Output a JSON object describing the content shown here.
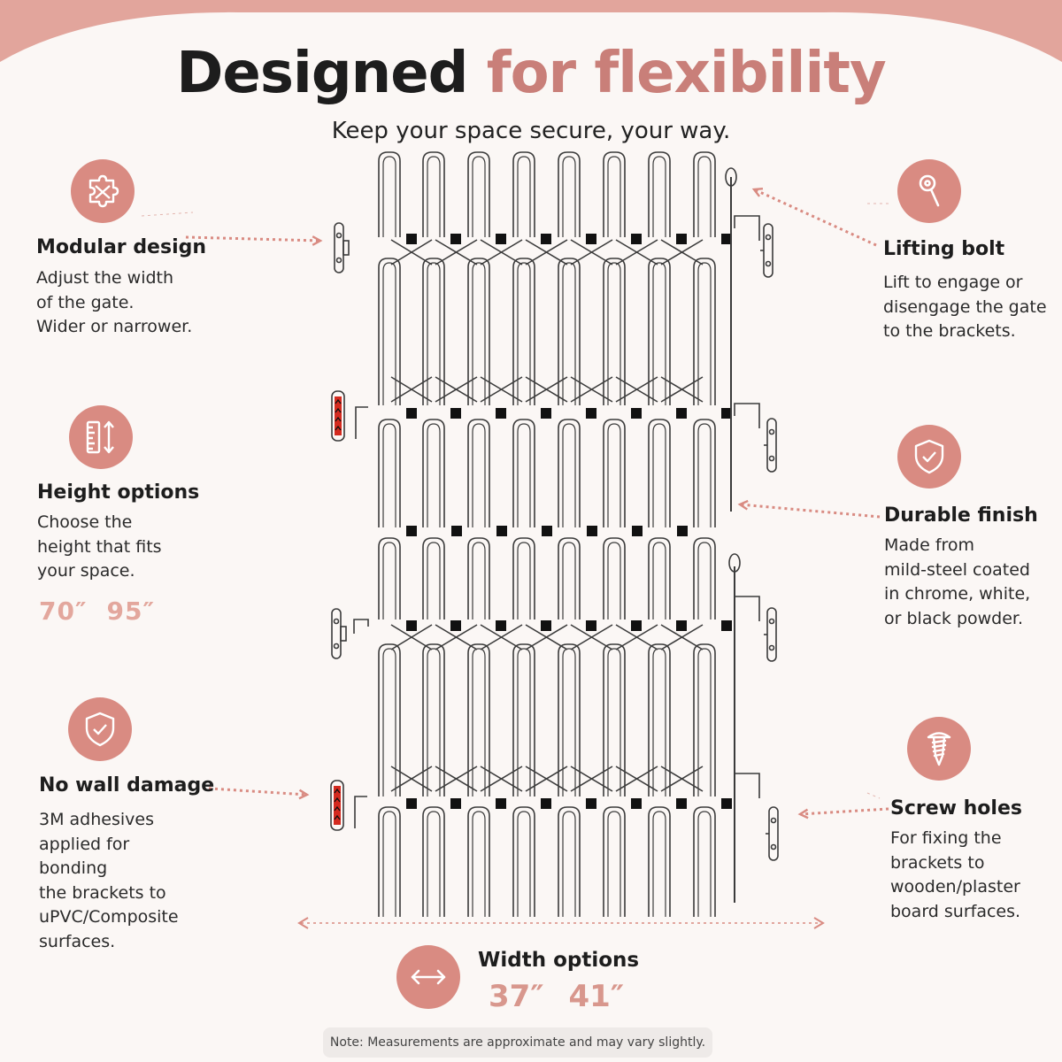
{
  "header": {
    "title_part1": "Designed",
    "title_part2": "for flexibility",
    "subtitle": "Keep your space secure, your way."
  },
  "features": {
    "modular": {
      "icon": "puzzle-icon",
      "title": "Modular design",
      "description": "Adjust the width\nof the gate.\nWider or narrower."
    },
    "height": {
      "icon": "ruler-icon",
      "title": "Height options",
      "description": "Choose the\nheight that fits\nyour space.",
      "sizes": [
        "70″",
        "95″"
      ]
    },
    "no_damage": {
      "icon": "shield-check-icon",
      "title": "No wall damage",
      "description": "3M adhesives\napplied for bonding\nthe brackets to\nuPVC/Composite\nsurfaces."
    },
    "lifting_bolt": {
      "icon": "bolt-icon",
      "title": "Lifting bolt",
      "description": "Lift to engage or\ndisengage the gate\nto the brackets."
    },
    "durable": {
      "icon": "shield-check-icon",
      "title": "Durable finish",
      "description": "Made from\nmild-steel coated\nin chrome, white,\nor black powder."
    },
    "screw_holes": {
      "icon": "screw-icon",
      "title": "Screw holes",
      "description": "For fixing the\nbrackets to\nwooden/plaster\nboard surfaces."
    }
  },
  "width": {
    "icon": "double-arrow-icon",
    "title": "Width options",
    "sizes": [
      "37″",
      "41″"
    ]
  },
  "note": "Note: Measurements are approximate and may vary slightly.",
  "colors": {
    "accent": "#d98b82",
    "accent_light": "#e3a79d",
    "title_accent": "#c97f79",
    "background": "#fbf7f5",
    "top_band": "#e2a59c",
    "gate": "#3b3b3b",
    "adhesive": "#d42a1f"
  }
}
